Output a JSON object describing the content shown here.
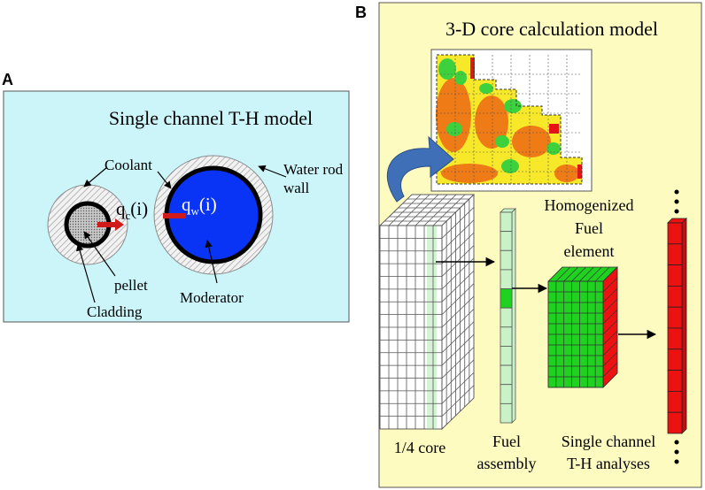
{
  "panel_a": {
    "letter": "A",
    "title": "Single channel T-H model",
    "labels": {
      "coolant": "Coolant",
      "water_rod_line1": "Water rod",
      "water_rod_line2": "wall",
      "qc_base": "q",
      "qc_sub": "c",
      "qc_tail": "(i)",
      "qw_base": "q",
      "qw_sub": "w",
      "qw_tail": "(i)",
      "pellet": "pellet",
      "cladding": "Cladding",
      "moderator": "Moderator"
    },
    "colors": {
      "background": "#ccf5fa",
      "moderator": "#0a34f5",
      "heat_arrow": "#d11a1a"
    }
  },
  "panel_b": {
    "letter": "B",
    "title": "3-D core calculation model",
    "labels": {
      "homogenized_line1": "Homogenized",
      "homogenized_line2": "Fuel",
      "homogenized_line3": "element",
      "quarter_core": "1/4 core",
      "fuel_line1": "Fuel",
      "fuel_line2": "assembly",
      "single_line1": "Single channel",
      "single_line2": "T-H analyses"
    },
    "colors": {
      "background": "#fdfbc0",
      "fuel_green": "#1fd21f",
      "channel_red": "#ee1111",
      "assembly_green": "#c9f2c9",
      "arrow_blue": "#3f6fb6"
    }
  }
}
